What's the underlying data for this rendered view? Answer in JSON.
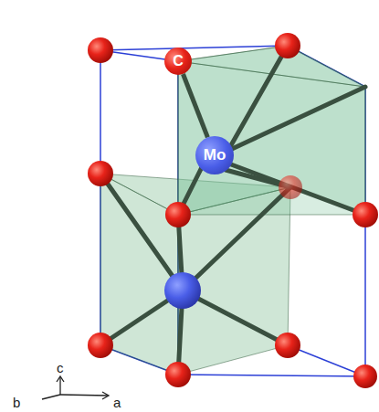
{
  "diagram": {
    "nodes": [
      {
        "text": [
          "C"
        ]
      },
      {
        "text": [
          "Mo"
        ]
      }
    ],
    "edges": [
      {
        "from": 0,
        "to": 1,
        "arrow": "none"
      }
    ],
    "labels": [
      "c",
      "b",
      "a"
    ]
  }
}
